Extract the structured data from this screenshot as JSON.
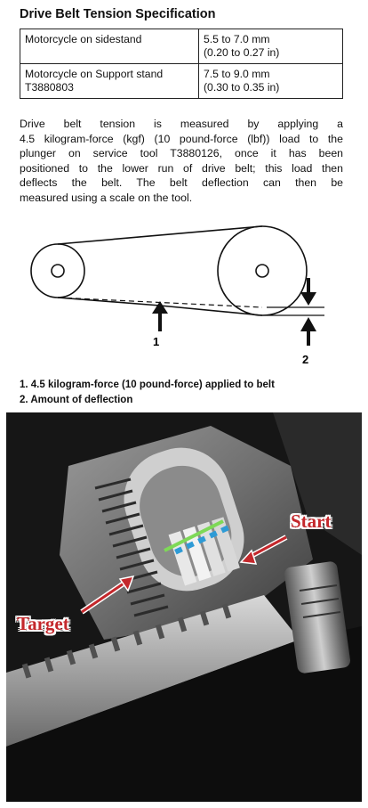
{
  "heading": "Drive Belt Tension Specification",
  "spec_table": {
    "rows": [
      {
        "condition": [
          "Motorcycle on sidestand"
        ],
        "value": [
          "5.5 to 7.0 mm",
          "(0.20 to 0.27 in)"
        ]
      },
      {
        "condition": [
          "Motorcycle on Support stand",
          "T3880803"
        ],
        "value": [
          "7.5 to 9.0 mm",
          "(0.30 to 0.35 in)"
        ]
      }
    ]
  },
  "description_lines": [
    "Drive belt tension is measured by applying a",
    "4.5 kilogram-force (kgf) (10 pound-force (lbf)) load to the",
    "plunger on service tool T3880126, once it has been",
    "positioned to the lower run of drive belt; this load then",
    "deflects the belt. The belt deflection can then be",
    "measured using a scale on the tool."
  ],
  "diagram": {
    "label_1": "1",
    "label_2": "2"
  },
  "legend": [
    "1.  4.5 kilogram-force (10 pound-force) applied to belt",
    "2.  Amount of deflection"
  ],
  "photo": {
    "start_label": "Start",
    "target_label": "Target",
    "accent_color": "#c4282c",
    "start_line_color": "#7ed957",
    "belt_mark_color": "#2e9bd6"
  }
}
